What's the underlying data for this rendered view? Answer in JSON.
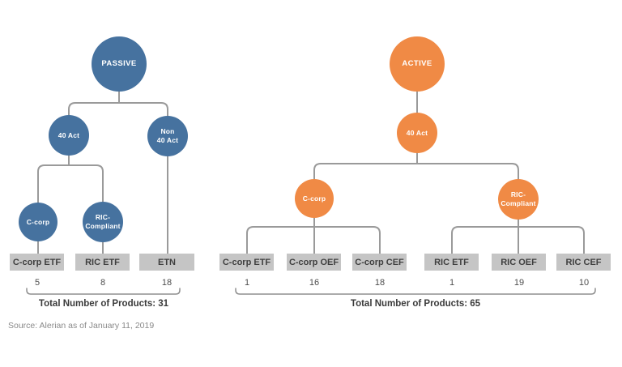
{
  "colors": {
    "passive_blue": "#46729f",
    "active_orange": "#f08a45",
    "connector_gray": "#9a9a9a",
    "box_gray": "#c5c5c5"
  },
  "trees": [
    {
      "name": "passive",
      "root": {
        "label": "PASSIVE"
      },
      "level2": [
        {
          "label": "40 Act"
        },
        {
          "label": "Non\n40 Act"
        }
      ],
      "level3": [
        {
          "label": "C-corp"
        },
        {
          "label": "RIC-\nCompliant"
        }
      ],
      "leaves": [
        {
          "label": "C-corp ETF",
          "value": "5"
        },
        {
          "label": "RIC ETF",
          "value": "8"
        },
        {
          "label": "ETN",
          "value": "18"
        }
      ],
      "total": "Total Number of Products: 31"
    },
    {
      "name": "active",
      "root": {
        "label": "ACTIVE"
      },
      "level2": [
        {
          "label": "40 Act"
        }
      ],
      "level3": [
        {
          "label": "C-corp"
        },
        {
          "label": "RIC-\nCompliant"
        }
      ],
      "leaves": [
        {
          "label": "C-corp ETF",
          "value": "1"
        },
        {
          "label": "C-corp OEF",
          "value": "16"
        },
        {
          "label": "C-corp CEF",
          "value": "18"
        },
        {
          "label": "RIC ETF",
          "value": "1"
        },
        {
          "label": "RIC OEF",
          "value": "19"
        },
        {
          "label": "RIC CEF",
          "value": "10"
        }
      ],
      "total": "Total Number of Products: 65"
    }
  ],
  "source_note": "Source: Alerian as of January 11, 2019"
}
